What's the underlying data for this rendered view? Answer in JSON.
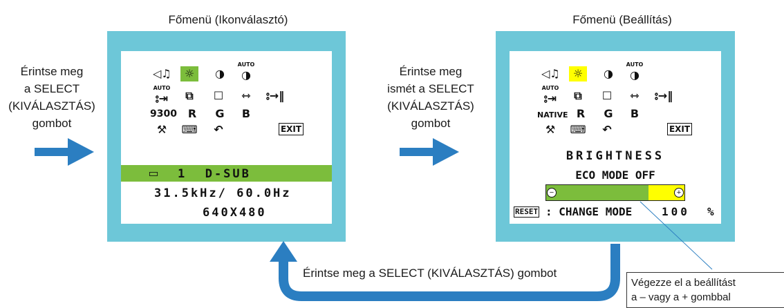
{
  "captions": {
    "left_menu": "Főmenü (Ikonválasztó)",
    "right_menu": "Főmenü (Beállítás)"
  },
  "instructions": {
    "left": [
      "Érintse meg",
      "a SELECT",
      "(KIVÁLASZTÁS)",
      "gombot"
    ],
    "middle": [
      "Érintse meg",
      "ismét a SELECT",
      "(KIVÁLASZTÁS)",
      "gombot"
    ],
    "bottom": "Érintse meg a SELECT (KIVÁLASZTÁS) gombot",
    "note": [
      "Végezze el a beállítást",
      "a – vagy a + gombbal"
    ]
  },
  "osd_left": {
    "row3_preset": "9300",
    "r": "R",
    "g": "G",
    "b": "B",
    "auto": "AUTO",
    "exit": "EXIT",
    "input_line": "1  D-SUB",
    "freq_line": "31.5kHz/ 60.0Hz",
    "res_line": "640X480"
  },
  "osd_right": {
    "row3_preset": "NATIVE",
    "r": "R",
    "g": "G",
    "b": "B",
    "auto": "AUTO",
    "exit": "EXIT",
    "title": "BRIGHTNESS",
    "eco": "ECO MODE OFF",
    "reset_label": "RESET",
    "change_mode": ": CHANGE MODE",
    "value": "100",
    "unit": "%",
    "level": 0.74
  },
  "colors": {
    "panel": "#6dc7d8",
    "arrow": "#2b7ec1",
    "green_bar": "#7cbd3c",
    "highlight": "#ffff00"
  },
  "icons": [
    "volume-icon",
    "brightness-icon",
    "contrast-icon",
    "auto-adjust-icon",
    "position-icon",
    "size-icon",
    "phase-icon",
    "tools-icon",
    "osd-icon",
    "reset-icon",
    "exit-icon"
  ]
}
